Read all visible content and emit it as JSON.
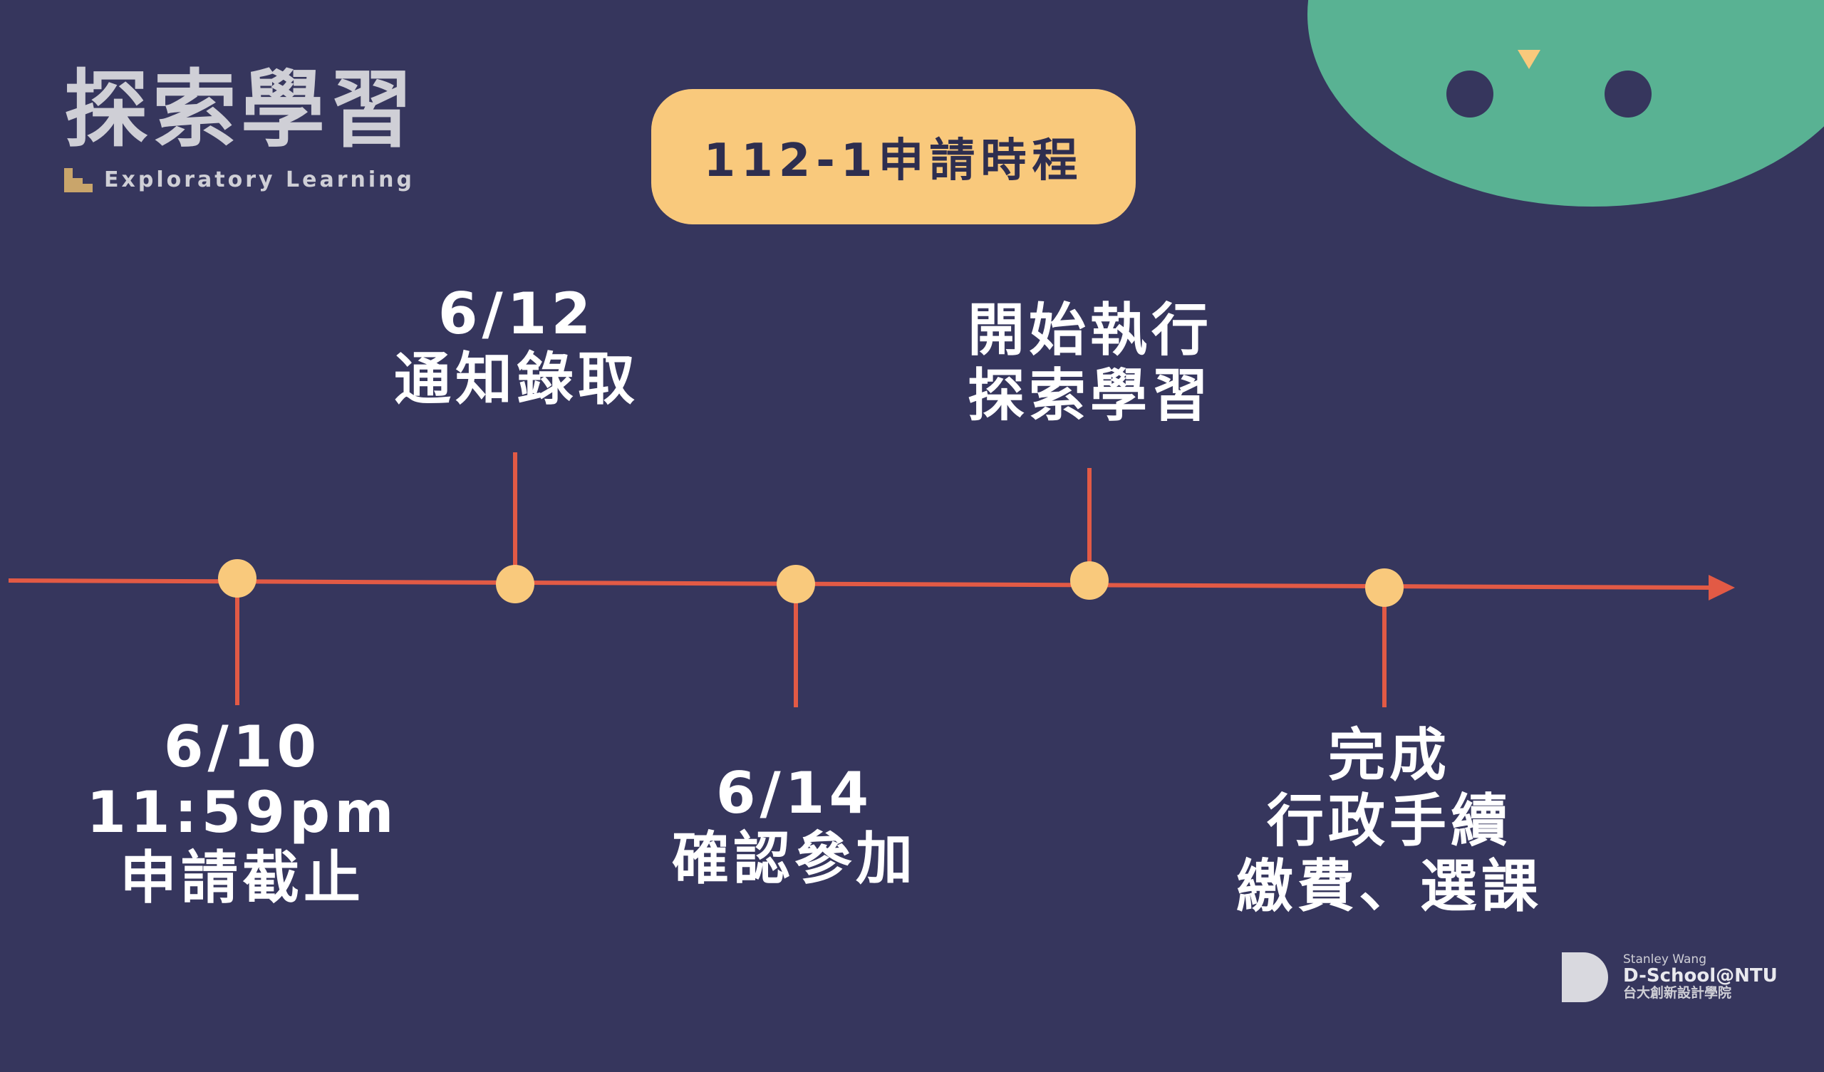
{
  "logo": {
    "title": "探索學習",
    "subtitle": "Exploratory Learning"
  },
  "title": "112-1申請時程",
  "milestones": [
    {
      "date": "6/10",
      "lines": [
        "11:59pm",
        "申請截止"
      ]
    },
    {
      "date": "6/12",
      "lines": [
        "通知錄取"
      ]
    },
    {
      "date": "6/14",
      "lines": [
        "確認參加"
      ]
    },
    {
      "date": "",
      "lines": [
        "開始執行",
        "探索學習"
      ]
    },
    {
      "date": "",
      "lines": [
        "完成",
        "行政手續",
        "繳費、選課"
      ]
    }
  ],
  "brand": {
    "author": "Stanley Wang",
    "name": "D-School@NTU",
    "name_cn": "台大創新設計學院"
  },
  "colors": {
    "background": "#36365d",
    "timeline": "#e25a45",
    "node": "#f9c97c",
    "title_pill": "#f9c97c",
    "mascot": "#59b293",
    "text": "#ffffff",
    "logo_text": "#cfcfd6"
  }
}
